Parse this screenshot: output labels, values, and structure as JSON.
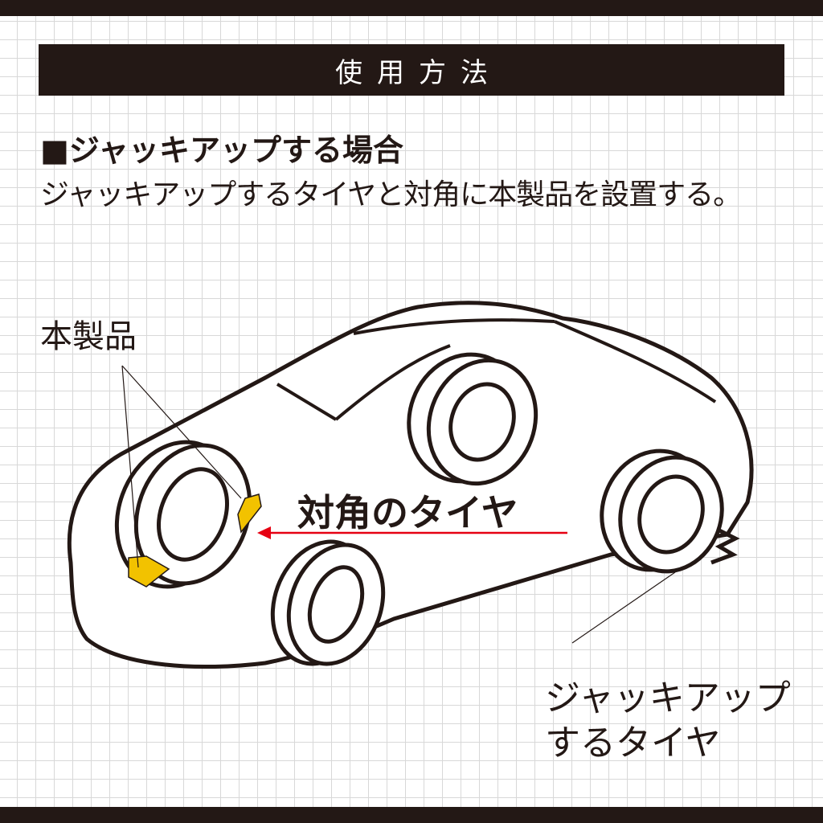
{
  "header": {
    "title": "使用方法"
  },
  "section": {
    "heading": "■ジャッキアップする場合",
    "instruction": "ジャッキアップするタイヤと対角に本製品を設置する。"
  },
  "diagram": {
    "product_label": "本製品",
    "diagonal_label": "対角のタイヤ",
    "jack_tire_label_line1": "ジャッキアップ",
    "jack_tire_label_line2": "するタイヤ",
    "colors": {
      "wedge": "#f2c200",
      "arrow": "#e60012",
      "ink": "#231815"
    }
  }
}
